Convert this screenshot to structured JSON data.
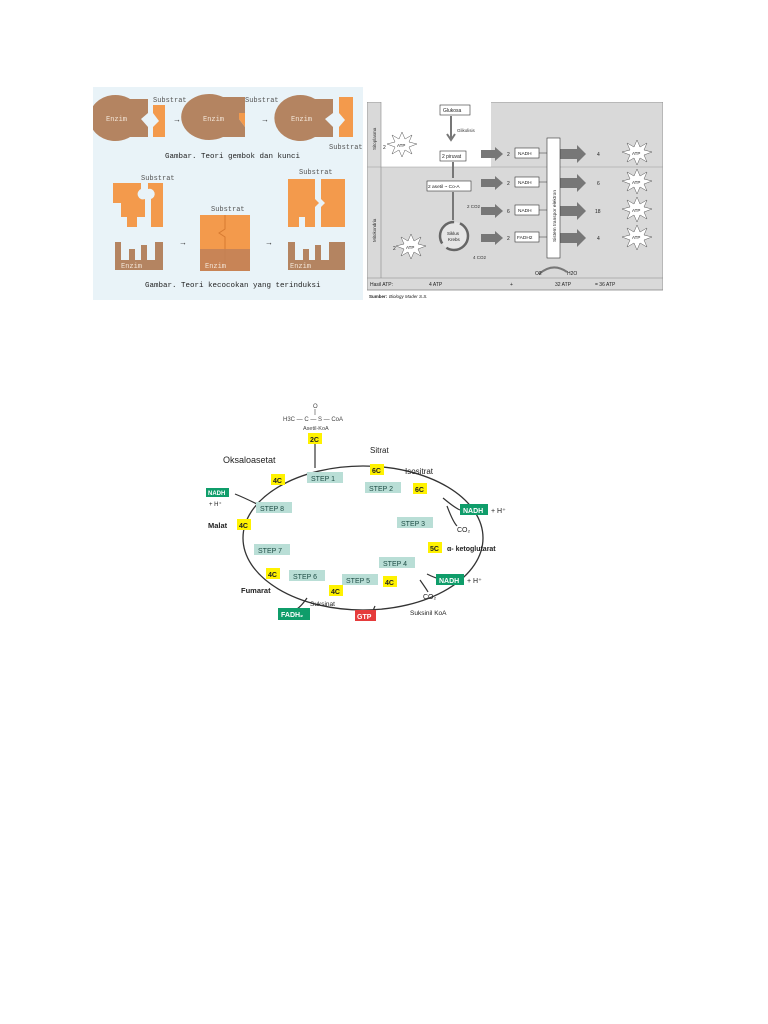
{
  "enzyme_figure": {
    "lock_key": {
      "substrate_labels": [
        "Substrat",
        "Substrat",
        "Substrat"
      ],
      "enzyme_labels": [
        "Enzim",
        "Enzim",
        "Enzim"
      ],
      "caption": "Gambar. Teori gembok dan kunci"
    },
    "induced_fit": {
      "substrate_labels": [
        "Substrat",
        "Substrat",
        "Substrat"
      ],
      "enzyme_labels": [
        "Enzim",
        "Enzim",
        "Enzim"
      ],
      "caption": "Gambar. Teori kecocokan yang terinduksi"
    },
    "colors": {
      "enzyme": "#b48461",
      "substrate": "#f39a4c",
      "background": "#e9f3f8"
    }
  },
  "respiration_figure": {
    "regions": {
      "cytoplasm": "Sitoplasma",
      "mitochondria": "Mitokondria"
    },
    "glucose": "Glukosa",
    "glycolysis": "Glikolisis",
    "pyruvate": "2 piruvat",
    "acetyl_coa": "2 asetil ~ Co-A",
    "co2_a": "2 CO2",
    "krebs": [
      "Siklus",
      "Krebs"
    ],
    "co2_b": "4 CO2",
    "atp_left": [
      {
        "count": "2",
        "label": "ATP"
      },
      {
        "count": "2",
        "label": "ATP"
      }
    ],
    "carrier_rows": [
      {
        "count": "2",
        "carrier": "NADH",
        "atp": "4"
      },
      {
        "count": "2",
        "carrier": "NADH",
        "atp": "6"
      },
      {
        "count": "6",
        "carrier": "NADH",
        "atp": "18"
      },
      {
        "count": "2",
        "carrier": "FADH2",
        "atp": "4"
      }
    ],
    "atp_label": "ATP",
    "electron_transport": "Sistem transpor elektron",
    "o2": "O2",
    "h2o": "H2O",
    "summary": {
      "label": "Hasil ATP:",
      "left": "4 ATP",
      "plus": "+",
      "right": "32 ATP",
      "equals": "= 36 ATP"
    },
    "source_label": "Sumber:",
    "source": "Biology Mader S.S."
  },
  "krebs_figure": {
    "acetyl_formula": "H3C — C — S — CoA",
    "acetyl_o": "O",
    "acetyl_name": "Asetil-KoA",
    "carbons": [
      "2C",
      "6C",
      "6C",
      "5C",
      "4C",
      "4C",
      "4C",
      "4C",
      "4C"
    ],
    "steps": [
      "STEP 1",
      "STEP 2",
      "STEP 3",
      "STEP 4",
      "STEP 5",
      "STEP 6",
      "STEP 7",
      "STEP 8"
    ],
    "compounds": {
      "sitrat": "Sitrat",
      "isositrat": "Isositrat",
      "ketoglutarat": "α- ketoglutarat",
      "suksinil": "Suksinil KoA",
      "suksinat": "Suksinat",
      "fumarat": "Fumarat",
      "malat": "Malat",
      "oksaloasetat": "Oksaloasetat"
    },
    "nadh": "NADH",
    "h_plus": "+ H⁺",
    "co2": "CO₂",
    "gtp": "GTP",
    "fadh2": "FADH₂",
    "colors": {
      "carbon_box": "#fff200",
      "step_box": "#b9ded6",
      "nadh": "#0f9d6a",
      "gtp": "#e53b3b"
    }
  }
}
